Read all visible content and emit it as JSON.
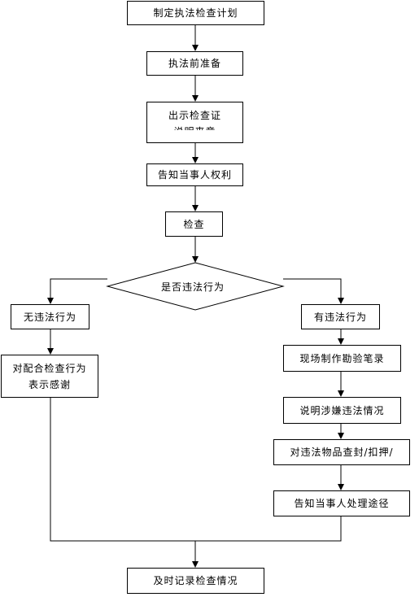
{
  "nodes": {
    "plan": "制定执法检查计划",
    "prepare": "执法前准备",
    "show_cert": "出示检查证",
    "show_cert_sub": "说明来意",
    "inform_rights": "告知当事人权利",
    "inspect": "检查",
    "decision": "是否违法行为",
    "no_violation": "无违法行为",
    "thanks_line1": "对配合检查行为",
    "thanks_line2": "表示感谢",
    "has_violation": "有违法行为",
    "record": "现场制作勘验笔录",
    "explain": "说明涉嫌违法情况",
    "seize": "对违法物品查封/扣押/",
    "inform_remedy": "告知当事人处理途径",
    "final": "及时记录检查情况"
  }
}
